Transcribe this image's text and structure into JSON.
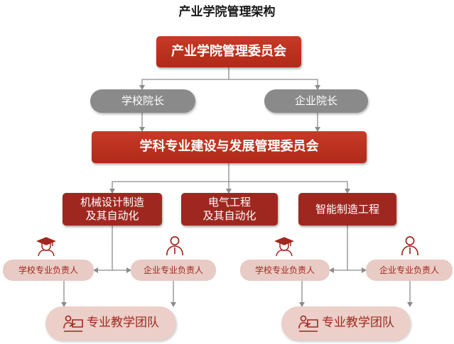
{
  "title": "产业学院管理架构",
  "top_committee": "产业学院管理委员会",
  "school_dean": "学校院长",
  "enterprise_dean": "企业院长",
  "discipline_committee": "学科专业建设与发展管理委员会",
  "majors": [
    "机械设计制造\n及其自动化",
    "电气工程\n及其自动化",
    "智能制造工程"
  ],
  "school_leader": "学校专业负责人",
  "enterprise_leader": "企业专业负责人",
  "team": "专业教学团队",
  "colors": {
    "red": "#c0321f",
    "maroon": "#9e2820",
    "gray": "#8a8a8a",
    "pink": "#e8cbc4",
    "arrow": "#8c8c8c"
  },
  "icons": [
    "graduate-icon",
    "person-icon",
    "team-icon"
  ]
}
